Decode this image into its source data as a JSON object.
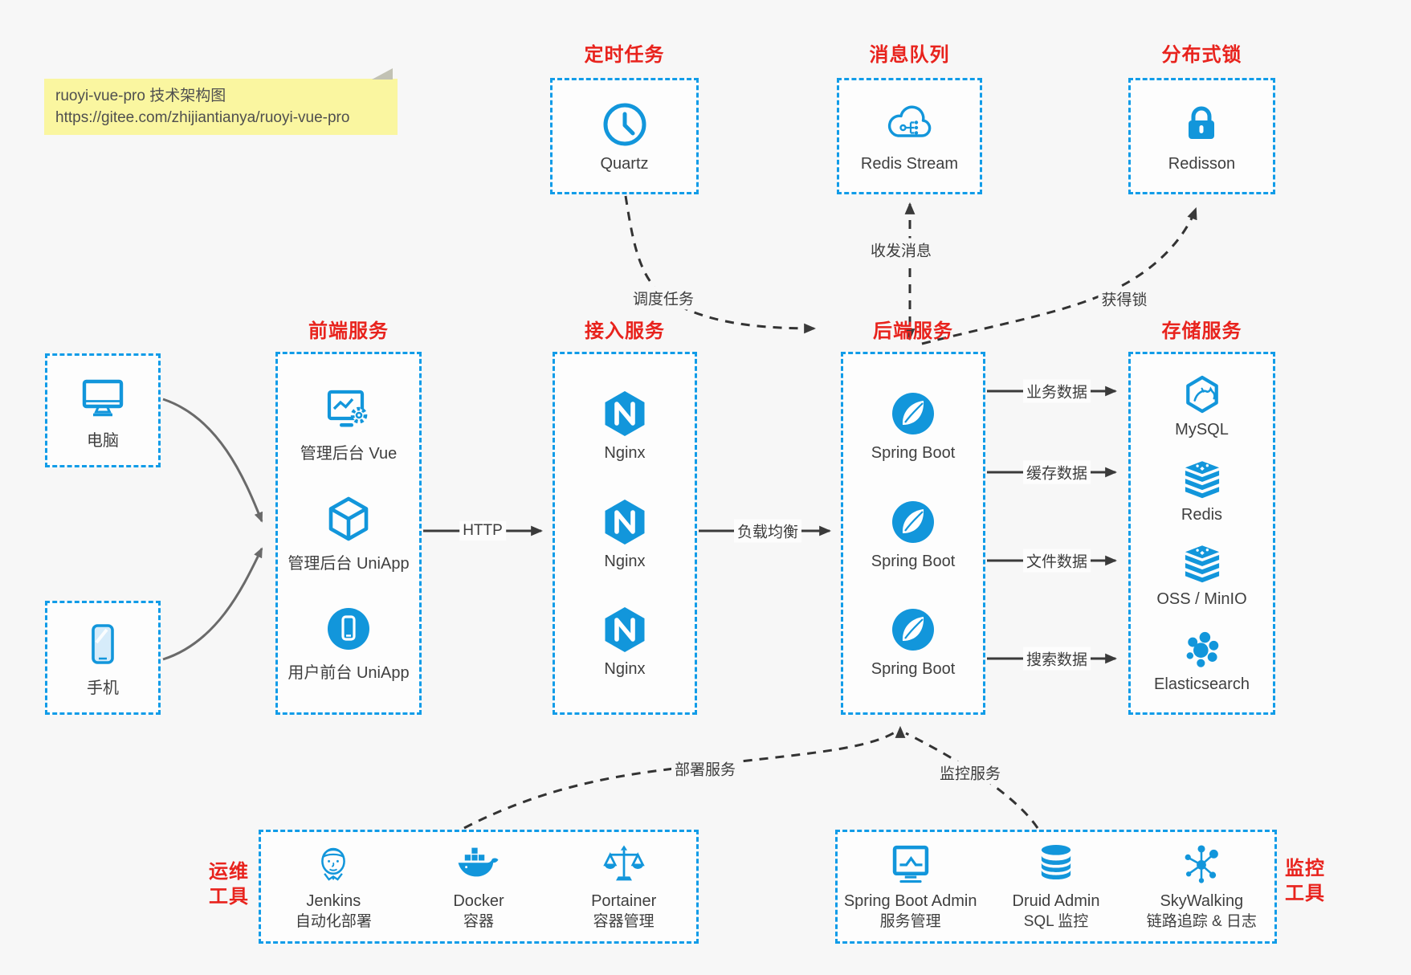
{
  "note": {
    "line1": "ruoyi-vue-pro 技术架构图",
    "line2": "https://gitee.com/zhijiantianya/ruoyi-vue-pro"
  },
  "colors": {
    "accent_blue": "#1296db",
    "dashed_border_blue": "#119ce8",
    "group_title_red": "#e8231d",
    "note_bg_yellow": "#faf6a0"
  },
  "groups": {
    "scheduler": {
      "title": "定时任务",
      "item": {
        "label": "Quartz",
        "icon": "clock-icon"
      }
    },
    "mq": {
      "title": "消息队列",
      "item": {
        "label": "Redis Stream",
        "icon": "cloud-stream-icon"
      }
    },
    "lock": {
      "title": "分布式锁",
      "item": {
        "label": "Redisson",
        "icon": "lock-icon"
      }
    },
    "clients": {
      "computer": {
        "label": "电脑",
        "icon": "desktop-icon"
      },
      "phone": {
        "label": "手机",
        "icon": "smartphone-icon"
      }
    },
    "frontend": {
      "title": "前端服务",
      "items": [
        {
          "label": "管理后台 Vue",
          "icon": "admin-vue-icon"
        },
        {
          "label": "管理后台 UniApp",
          "icon": "uniapp-cube-icon"
        },
        {
          "label": "用户前台 UniApp",
          "icon": "mobile-app-icon"
        }
      ]
    },
    "gateway": {
      "title": "接入服务",
      "items": [
        {
          "label": "Nginx",
          "icon": "nginx-icon"
        },
        {
          "label": "Nginx",
          "icon": "nginx-icon"
        },
        {
          "label": "Nginx",
          "icon": "nginx-icon"
        }
      ]
    },
    "backend": {
      "title": "后端服务",
      "items": [
        {
          "label": "Spring Boot",
          "icon": "spring-boot-icon"
        },
        {
          "label": "Spring Boot",
          "icon": "spring-boot-icon"
        },
        {
          "label": "Spring Boot",
          "icon": "spring-boot-icon"
        }
      ]
    },
    "storage": {
      "title": "存储服务",
      "items": [
        {
          "label": "MySQL",
          "icon": "mysql-icon"
        },
        {
          "label": "Redis",
          "icon": "redis-stack-icon"
        },
        {
          "label": "OSS / MinIO",
          "icon": "object-storage-icon"
        },
        {
          "label": "Elasticsearch",
          "icon": "elasticsearch-icon"
        }
      ]
    },
    "ops": {
      "title_line1": "运维",
      "title_line2": "工具",
      "items": [
        {
          "name": "Jenkins",
          "desc": "自动化部署",
          "icon": "jenkins-icon"
        },
        {
          "name": "Docker",
          "desc": "容器",
          "icon": "docker-whale-icon"
        },
        {
          "name": "Portainer",
          "desc": "容器管理",
          "icon": "scales-icon"
        }
      ]
    },
    "monitoring": {
      "title_line1": "监控",
      "title_line2": "工具",
      "items": [
        {
          "name": "Spring Boot Admin",
          "desc": "服务管理",
          "icon": "monitor-chart-icon"
        },
        {
          "name": "Druid Admin",
          "desc": "SQL 监控",
          "icon": "database-icon"
        },
        {
          "name": "SkyWalking",
          "desc": "链路追踪 & 日志",
          "icon": "topology-icon"
        }
      ]
    }
  },
  "edges": {
    "http": "HTTP",
    "load_balance": "负载均衡",
    "schedule": "调度任务",
    "messaging": "收发消息",
    "acquire_lock": "获得锁",
    "business_data": "业务数据",
    "cache_data": "缓存数据",
    "file_data": "文件数据",
    "search_data": "搜索数据",
    "deploy": "部署服务",
    "monitor": "监控服务"
  }
}
